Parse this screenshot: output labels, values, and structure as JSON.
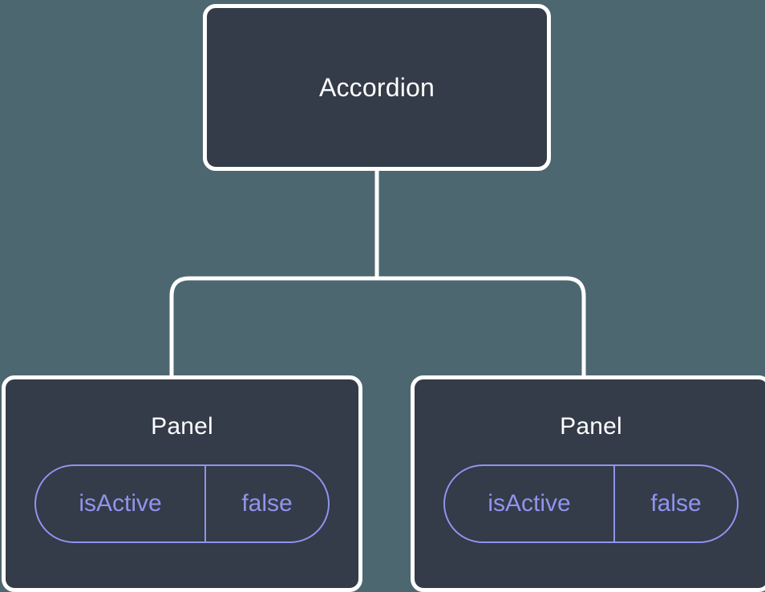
{
  "diagram": {
    "type": "component-tree",
    "background_color": "#4d6771",
    "node_fill_color": "#343b49",
    "node_border_color": "#ffffff",
    "edge_color": "#ffffff",
    "state_accent_color": "#8f94ee",
    "title_text_color": "#ffffff",
    "root": {
      "label": "Accordion"
    },
    "children": [
      {
        "label": "Panel",
        "state": {
          "key": "isActive",
          "value": "false"
        }
      },
      {
        "label": "Panel",
        "state": {
          "key": "isActive",
          "value": "false"
        }
      }
    ]
  }
}
